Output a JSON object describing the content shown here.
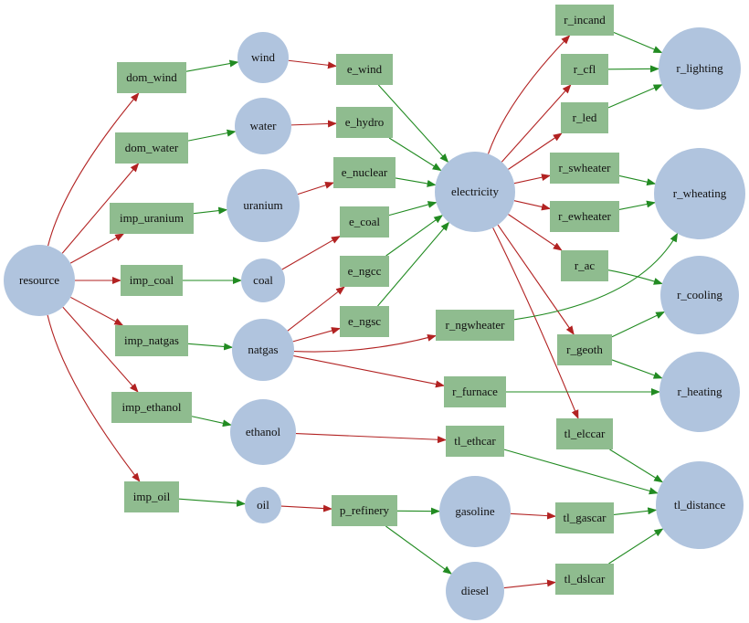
{
  "colors": {
    "commodity_fill": "#b0c4de",
    "process_fill": "#8fbc8f",
    "input_edge": "#b22222",
    "output_edge": "#228b22",
    "label": "#111111"
  },
  "diagram": {
    "commodities": [
      {
        "id": "resource",
        "label": "resource"
      },
      {
        "id": "wind",
        "label": "wind"
      },
      {
        "id": "water",
        "label": "water"
      },
      {
        "id": "uranium",
        "label": "uranium"
      },
      {
        "id": "coal",
        "label": "coal"
      },
      {
        "id": "natgas",
        "label": "natgas"
      },
      {
        "id": "ethanol",
        "label": "ethanol"
      },
      {
        "id": "oil",
        "label": "oil"
      },
      {
        "id": "electricity",
        "label": "electricity"
      },
      {
        "id": "gasoline",
        "label": "gasoline"
      },
      {
        "id": "diesel",
        "label": "diesel"
      },
      {
        "id": "r_lighting",
        "label": "r_lighting"
      },
      {
        "id": "r_wheating",
        "label": "r_wheating"
      },
      {
        "id": "r_cooling",
        "label": "r_cooling"
      },
      {
        "id": "r_heating",
        "label": "r_heating"
      },
      {
        "id": "tl_distance",
        "label": "tl_distance"
      }
    ],
    "processes": [
      {
        "id": "dom_wind",
        "label": "dom_wind"
      },
      {
        "id": "dom_water",
        "label": "dom_water"
      },
      {
        "id": "imp_uranium",
        "label": "imp_uranium"
      },
      {
        "id": "imp_coal",
        "label": "imp_coal"
      },
      {
        "id": "imp_natgas",
        "label": "imp_natgas"
      },
      {
        "id": "imp_ethanol",
        "label": "imp_ethanol"
      },
      {
        "id": "imp_oil",
        "label": "imp_oil"
      },
      {
        "id": "e_wind",
        "label": "e_wind"
      },
      {
        "id": "e_hydro",
        "label": "e_hydro"
      },
      {
        "id": "e_nuclear",
        "label": "e_nuclear"
      },
      {
        "id": "e_coal",
        "label": "e_coal"
      },
      {
        "id": "e_ngcc",
        "label": "e_ngcc"
      },
      {
        "id": "e_ngsc",
        "label": "e_ngsc"
      },
      {
        "id": "p_refinery",
        "label": "p_refinery"
      },
      {
        "id": "r_incand",
        "label": "r_incand"
      },
      {
        "id": "r_cfl",
        "label": "r_cfl"
      },
      {
        "id": "r_led",
        "label": "r_led"
      },
      {
        "id": "r_swheater",
        "label": "r_swheater"
      },
      {
        "id": "r_ewheater",
        "label": "r_ewheater"
      },
      {
        "id": "r_ac",
        "label": "r_ac"
      },
      {
        "id": "r_ngwheater",
        "label": "r_ngwheater"
      },
      {
        "id": "r_geoth",
        "label": "r_geoth"
      },
      {
        "id": "r_furnace",
        "label": "r_furnace"
      },
      {
        "id": "tl_elccar",
        "label": "tl_elccar"
      },
      {
        "id": "tl_ethcar",
        "label": "tl_ethcar"
      },
      {
        "id": "tl_gascar",
        "label": "tl_gascar"
      },
      {
        "id": "tl_dslcar",
        "label": "tl_dslcar"
      }
    ],
    "edges": [
      {
        "from": "resource",
        "to": "dom_wind",
        "kind": "input"
      },
      {
        "from": "resource",
        "to": "dom_water",
        "kind": "input"
      },
      {
        "from": "resource",
        "to": "imp_uranium",
        "kind": "input"
      },
      {
        "from": "resource",
        "to": "imp_coal",
        "kind": "input"
      },
      {
        "from": "resource",
        "to": "imp_natgas",
        "kind": "input"
      },
      {
        "from": "resource",
        "to": "imp_ethanol",
        "kind": "input"
      },
      {
        "from": "resource",
        "to": "imp_oil",
        "kind": "input"
      },
      {
        "from": "dom_wind",
        "to": "wind",
        "kind": "output"
      },
      {
        "from": "dom_water",
        "to": "water",
        "kind": "output"
      },
      {
        "from": "imp_uranium",
        "to": "uranium",
        "kind": "output"
      },
      {
        "from": "imp_coal",
        "to": "coal",
        "kind": "output"
      },
      {
        "from": "imp_natgas",
        "to": "natgas",
        "kind": "output"
      },
      {
        "from": "imp_ethanol",
        "to": "ethanol",
        "kind": "output"
      },
      {
        "from": "imp_oil",
        "to": "oil",
        "kind": "output"
      },
      {
        "from": "wind",
        "to": "e_wind",
        "kind": "input"
      },
      {
        "from": "water",
        "to": "e_hydro",
        "kind": "input"
      },
      {
        "from": "uranium",
        "to": "e_nuclear",
        "kind": "input"
      },
      {
        "from": "coal",
        "to": "e_coal",
        "kind": "input"
      },
      {
        "from": "natgas",
        "to": "e_ngcc",
        "kind": "input"
      },
      {
        "from": "natgas",
        "to": "e_ngsc",
        "kind": "input"
      },
      {
        "from": "natgas",
        "to": "r_ngwheater",
        "kind": "input"
      },
      {
        "from": "natgas",
        "to": "r_furnace",
        "kind": "input"
      },
      {
        "from": "ethanol",
        "to": "tl_ethcar",
        "kind": "input"
      },
      {
        "from": "oil",
        "to": "p_refinery",
        "kind": "input"
      },
      {
        "from": "e_wind",
        "to": "electricity",
        "kind": "output"
      },
      {
        "from": "e_hydro",
        "to": "electricity",
        "kind": "output"
      },
      {
        "from": "e_nuclear",
        "to": "electricity",
        "kind": "output"
      },
      {
        "from": "e_coal",
        "to": "electricity",
        "kind": "output"
      },
      {
        "from": "e_ngcc",
        "to": "electricity",
        "kind": "output"
      },
      {
        "from": "e_ngsc",
        "to": "electricity",
        "kind": "output"
      },
      {
        "from": "p_refinery",
        "to": "gasoline",
        "kind": "output"
      },
      {
        "from": "p_refinery",
        "to": "diesel",
        "kind": "output"
      },
      {
        "from": "electricity",
        "to": "r_incand",
        "kind": "input"
      },
      {
        "from": "electricity",
        "to": "r_cfl",
        "kind": "input"
      },
      {
        "from": "electricity",
        "to": "r_led",
        "kind": "input"
      },
      {
        "from": "electricity",
        "to": "r_swheater",
        "kind": "input"
      },
      {
        "from": "electricity",
        "to": "r_ewheater",
        "kind": "input"
      },
      {
        "from": "electricity",
        "to": "r_ac",
        "kind": "input"
      },
      {
        "from": "electricity",
        "to": "r_geoth",
        "kind": "input"
      },
      {
        "from": "electricity",
        "to": "tl_elccar",
        "kind": "input"
      },
      {
        "from": "gasoline",
        "to": "tl_gascar",
        "kind": "input"
      },
      {
        "from": "diesel",
        "to": "tl_dslcar",
        "kind": "input"
      },
      {
        "from": "r_incand",
        "to": "r_lighting",
        "kind": "output"
      },
      {
        "from": "r_cfl",
        "to": "r_lighting",
        "kind": "output"
      },
      {
        "from": "r_led",
        "to": "r_lighting",
        "kind": "output"
      },
      {
        "from": "r_swheater",
        "to": "r_wheating",
        "kind": "output"
      },
      {
        "from": "r_ewheater",
        "to": "r_wheating",
        "kind": "output"
      },
      {
        "from": "r_ngwheater",
        "to": "r_wheating",
        "kind": "output"
      },
      {
        "from": "r_ac",
        "to": "r_cooling",
        "kind": "output"
      },
      {
        "from": "r_geoth",
        "to": "r_cooling",
        "kind": "output"
      },
      {
        "from": "r_geoth",
        "to": "r_heating",
        "kind": "output"
      },
      {
        "from": "r_furnace",
        "to": "r_heating",
        "kind": "output"
      },
      {
        "from": "tl_elccar",
        "to": "tl_distance",
        "kind": "output"
      },
      {
        "from": "tl_ethcar",
        "to": "tl_distance",
        "kind": "output"
      },
      {
        "from": "tl_gascar",
        "to": "tl_distance",
        "kind": "output"
      },
      {
        "from": "tl_dslcar",
        "to": "tl_distance",
        "kind": "output"
      }
    ]
  }
}
